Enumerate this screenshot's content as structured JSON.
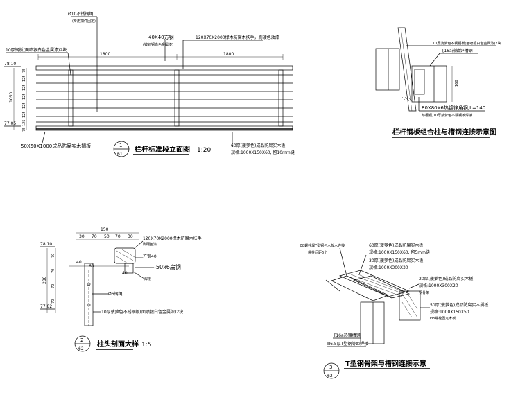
{
  "elevation": {
    "top_callouts": [
      "Ø10不锈钢绳",
      "(专用扣件固定)",
      "40X40方钢",
      "(镀锌钢白色金属漆)",
      "120X70X2000樟木防腐木扶手，刷硬色油漆"
    ],
    "left_callout": "10厚钢板(面喷银白色金属漆)2块",
    "dim_top": [
      "1800",
      "1800"
    ],
    "levels": [
      "78.10",
      "77.05"
    ],
    "dim_left_total": "1050",
    "dim_left_parts": [
      "75",
      "125",
      "125",
      "125",
      "125",
      "125",
      "125",
      "75"
    ],
    "bottom_left_callout": "50X50X1000成品防腐实木搁板",
    "bottom_right_callout": [
      "60厚(菠萝色)成品防腐实木板",
      "规格:1000X150X60, 留10mm缝"
    ],
    "title_number": "1",
    "title_sheet": "61",
    "title": "栏杆标准段立面图",
    "scale": "1:20"
  },
  "connection": {
    "callout_top": "10厚菠萝色不锈钢板(面喷银白色金属漆)2块",
    "callout_channel": "[16a热镀锌槽钢",
    "dim_side": "160",
    "callout_angle": "80X80X6热镀锌角钢,L=140",
    "callout_bolt": "与槽钢,10厚菠萝色不锈钢板焊接",
    "title": "栏杆钢板组合柱与槽钢连接示意图"
  },
  "section": {
    "dims_top": [
      "150",
      "30",
      "70",
      "50",
      "70",
      "30"
    ],
    "dims_mid": [
      "40",
      "60",
      "40"
    ],
    "levels": [
      "78.10",
      "77.82"
    ],
    "dim_left_total": "280",
    "dim_left_parts": [
      "70",
      "70",
      "70",
      "70"
    ],
    "callout_handrail": [
      "120X70X2000樟木防腐木扶手",
      "刷硬色漆"
    ],
    "callout_steel": "方钢40",
    "callout_plate": "-50x6扁钢",
    "callout_bolt_small": "焊接",
    "callout_rope": "Ø6钢绳",
    "callout_bottom": "10厚菠萝色不锈钢板(面喷银白色金属漆)2块",
    "title_number": "2",
    "title_sheet": "62",
    "title": "柱头剖面大样",
    "scale": "1:5"
  },
  "frame": {
    "callout_top_left": [
      "Ø8螺栓焊T型钢与木板木连接",
      "螺栓间距6个"
    ],
    "callout_deck": [
      "60厚(菠萝色)成品防腐实木板",
      "规格:1000X150X60, 留5mm缝"
    ],
    "callout_joist": [
      "30厚(菠萝色)成品防腐实木板",
      "规格:1000X300X30"
    ],
    "callout_beam": [
      "20厚(菠萝色)成品防腐实木板",
      "规格:1000X300X20"
    ],
    "callout_tee": "钢骨架",
    "callout_bottom_right": [
      "50厚(菠萝色)成品防腐实木搁板",
      "规格:1000X150X50",
      "Ø8螺栓固定木板"
    ],
    "callout_channel": "[16a热镀槽钢",
    "callout_tsteel": "Ⅲ6.5厚T型钢等距焊接",
    "title_number": "3",
    "title_sheet": "62",
    "title": "T型钢骨架与槽钢连接示意"
  }
}
